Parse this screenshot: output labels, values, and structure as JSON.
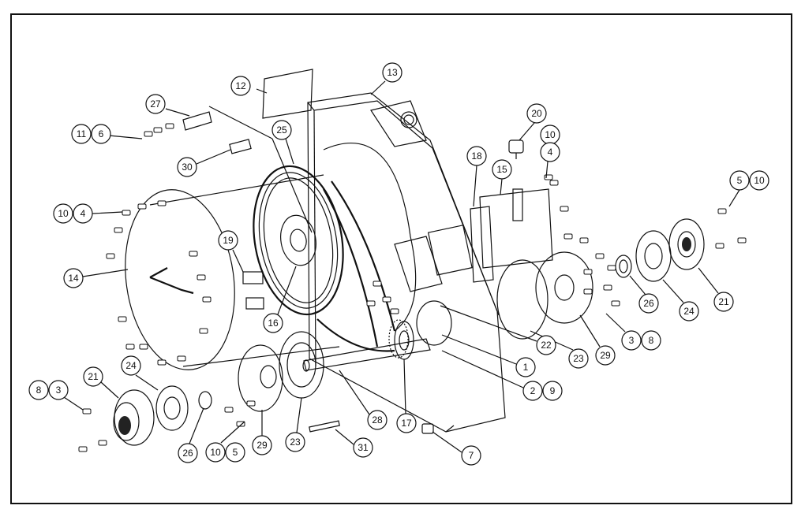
{
  "diagram": {
    "callouts": [
      {
        "id": "c12",
        "labels": [
          "12"
        ]
      },
      {
        "id": "c13",
        "labels": [
          "13"
        ]
      },
      {
        "id": "c27",
        "labels": [
          "27"
        ]
      },
      {
        "id": "c25",
        "labels": [
          "25"
        ]
      },
      {
        "id": "c20",
        "labels": [
          "20"
        ]
      },
      {
        "id": "c11-6",
        "labels": [
          "11",
          "6"
        ]
      },
      {
        "id": "c10-top",
        "labels": [
          "10"
        ]
      },
      {
        "id": "c4-top",
        "labels": [
          "4"
        ]
      },
      {
        "id": "c30",
        "labels": [
          "30"
        ]
      },
      {
        "id": "c18",
        "labels": [
          "18"
        ]
      },
      {
        "id": "c15",
        "labels": [
          "15"
        ]
      },
      {
        "id": "c5-10",
        "labels": [
          "5",
          "10"
        ]
      },
      {
        "id": "c10-4",
        "labels": [
          "10",
          "4"
        ]
      },
      {
        "id": "c19",
        "labels": [
          "19"
        ]
      },
      {
        "id": "c14",
        "labels": [
          "14"
        ]
      },
      {
        "id": "c16",
        "labels": [
          "16"
        ]
      },
      {
        "id": "c26-right",
        "labels": [
          "26"
        ]
      },
      {
        "id": "c24-right",
        "labels": [
          "24"
        ]
      },
      {
        "id": "c21-right",
        "labels": [
          "21"
        ]
      },
      {
        "id": "c3-8",
        "labels": [
          "3",
          "8"
        ]
      },
      {
        "id": "c22",
        "labels": [
          "22"
        ]
      },
      {
        "id": "c23-right",
        "labels": [
          "23"
        ]
      },
      {
        "id": "c29-right",
        "labels": [
          "29"
        ]
      },
      {
        "id": "c1",
        "labels": [
          "1"
        ]
      },
      {
        "id": "c2-9",
        "labels": [
          "2",
          "9"
        ]
      },
      {
        "id": "c8-3",
        "labels": [
          "8",
          "3"
        ]
      },
      {
        "id": "c21-left",
        "labels": [
          "21"
        ]
      },
      {
        "id": "c24-left",
        "labels": [
          "24"
        ]
      },
      {
        "id": "c26-left",
        "labels": [
          "26"
        ]
      },
      {
        "id": "c10-5",
        "labels": [
          "10",
          "5"
        ]
      },
      {
        "id": "c29-left",
        "labels": [
          "29"
        ]
      },
      {
        "id": "c23-left",
        "labels": [
          "23"
        ]
      },
      {
        "id": "c28",
        "labels": [
          "28"
        ]
      },
      {
        "id": "c17",
        "labels": [
          "17"
        ]
      },
      {
        "id": "c31",
        "labels": [
          "31"
        ]
      },
      {
        "id": "c7",
        "labels": [
          "7"
        ]
      }
    ]
  }
}
